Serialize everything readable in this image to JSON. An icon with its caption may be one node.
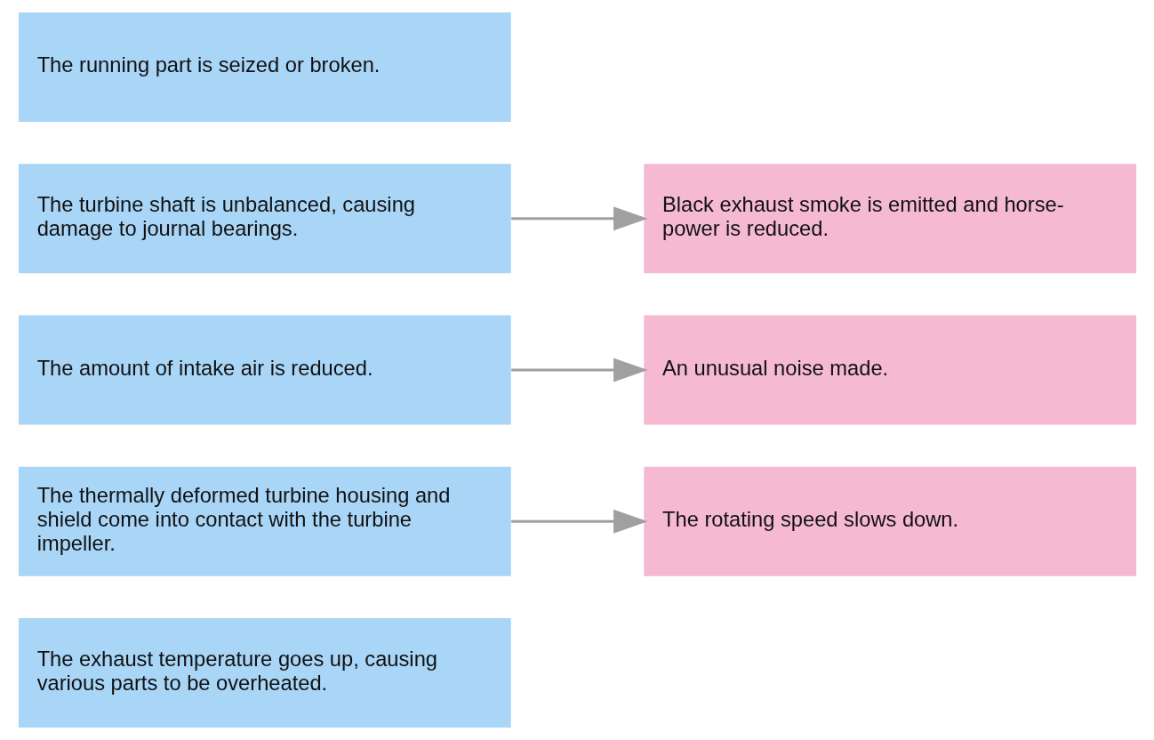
{
  "diagram": {
    "nodes": [
      {
        "text": [
          "The exhaust temperature goes up, causing various parts to be overheated."
        ]
      },
      {
        "text": [
          "The thermally deformed turbine housing and shield come into contact with the turbine impeller."
        ]
      },
      {
        "text": [
          "The rotating speed slows down."
        ]
      },
      {
        "text": [
          "The amount of intake air is reduced."
        ]
      },
      {
        "text": [
          "An unusual noise made."
        ]
      },
      {
        "text": [
          "The turbine shaft is unbalanced, causing damage to journal bearings."
        ]
      },
      {
        "text": [
          "Black exhaust smoke is emitted and horse-power is reduced."
        ]
      },
      {
        "text": [
          "The running part is seized or broken."
        ]
      }
    ],
    "edges": [
      {
        "from": 1,
        "to": 2,
        "arrow": "to"
      },
      {
        "from": 3,
        "to": 4,
        "arrow": "to"
      },
      {
        "from": 5,
        "to": 6,
        "arrow": "to"
      }
    ]
  }
}
